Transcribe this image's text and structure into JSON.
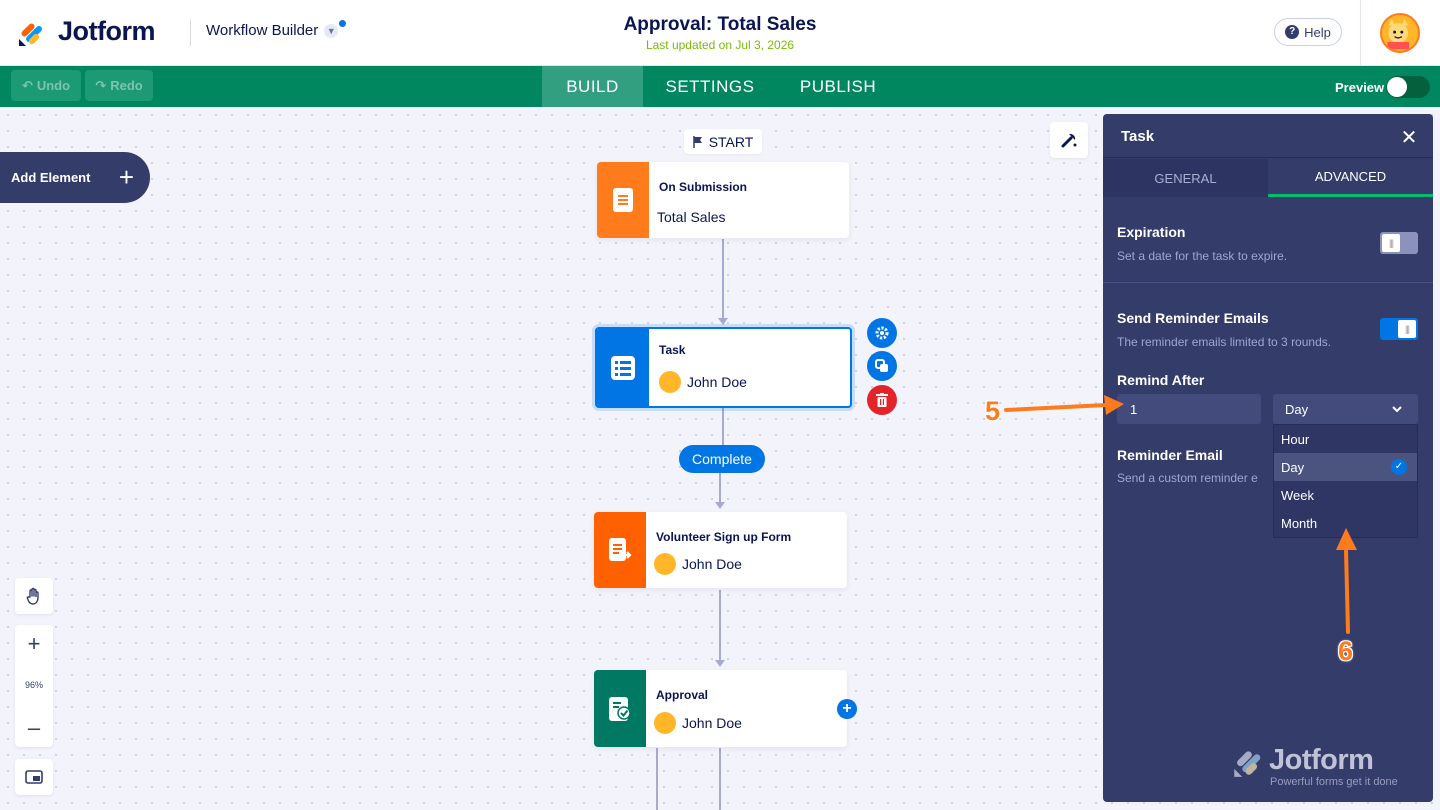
{
  "brand": {
    "name": "Jotform",
    "tagline": "Powerful forms get it done",
    "colors": {
      "navy": "#0a1551",
      "green": "#01875f",
      "blue": "#0075e3",
      "orange": "#ff6100",
      "panel": "#343c6a"
    }
  },
  "header": {
    "app_section": "Workflow Builder",
    "title": "Approval: Total Sales",
    "subtitle": "Last updated on Jul 3, 2026",
    "help_label": "Help"
  },
  "navbar": {
    "undo_label": "Undo",
    "redo_label": "Redo",
    "tabs": [
      {
        "label": "BUILD",
        "active": true
      },
      {
        "label": "SETTINGS",
        "active": false
      },
      {
        "label": "PUBLISH",
        "active": false
      }
    ],
    "preview_label": "Preview"
  },
  "canvas": {
    "add_element_label": "Add Element",
    "start_label": "START",
    "complete_label": "Complete",
    "zoom_level": "96%",
    "nodes": [
      {
        "title": "On Submission",
        "subtitle": "Total Sales",
        "icon": "form-icon",
        "color": "#ff7b1c"
      },
      {
        "title": "Task",
        "subtitle": "John Doe",
        "icon": "task-list-icon",
        "color": "#0075e3",
        "selected": true
      },
      {
        "title": "Volunteer Sign up Form",
        "subtitle": "John Doe",
        "icon": "form-assign-icon",
        "color": "#ff6100"
      },
      {
        "title": "Approval",
        "subtitle": "John Doe",
        "icon": "approval-icon",
        "color": "#007862"
      }
    ]
  },
  "panel": {
    "title": "Task",
    "tabs": [
      {
        "label": "GENERAL",
        "active": false
      },
      {
        "label": "ADVANCED",
        "active": true
      }
    ],
    "expiration": {
      "title": "Expiration",
      "desc": "Set a date for the task to expire.",
      "enabled": false
    },
    "reminder": {
      "title": "Send Reminder Emails",
      "desc": "The reminder emails limited to 3 rounds.",
      "enabled": true
    },
    "remind_after": {
      "label": "Remind After",
      "value": "1",
      "unit": "Day"
    },
    "reminder_email": {
      "title": "Reminder Email",
      "desc": "Send a custom reminder e"
    },
    "unit_options": [
      {
        "label": "Hour",
        "selected": false
      },
      {
        "label": "Day",
        "selected": true
      },
      {
        "label": "Week",
        "selected": false
      },
      {
        "label": "Month",
        "selected": false
      }
    ]
  },
  "annotations": {
    "step_a": "5",
    "step_b": "6",
    "color": "#ff7b1c"
  }
}
